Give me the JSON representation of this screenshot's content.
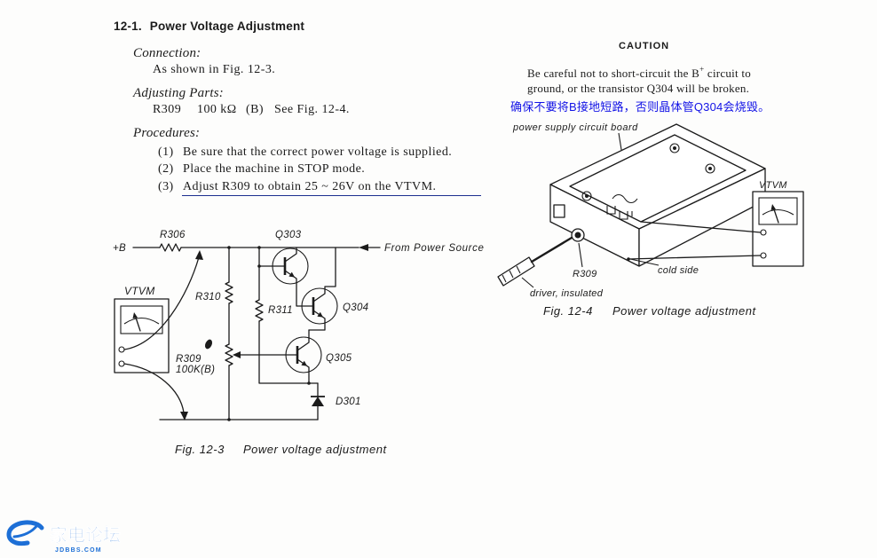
{
  "section": {
    "number": "12-1.",
    "title": "Power Voltage Adjustment"
  },
  "connection": {
    "heading": "Connection:",
    "text": "As shown in Fig. 12-3."
  },
  "adjusting_parts": {
    "heading": "Adjusting Parts:",
    "part": "R309",
    "value": "100 kΩ",
    "type": "(B)",
    "ref": "See Fig. 12-4."
  },
  "procedures": {
    "heading": "Procedures:",
    "steps": [
      {
        "num": "(1)",
        "text": "Be sure that the correct power voltage is supplied."
      },
      {
        "num": "(2)",
        "text": "Place the machine in STOP mode."
      },
      {
        "num": "(3)",
        "text": "Adjust R309 to obtain 25 ~ 26V on the VTVM."
      }
    ]
  },
  "caution": {
    "title": "CAUTION",
    "line1_pre": "Be careful not to short-circuit the B",
    "line1_sup": "+",
    "line1_post": " circuit to",
    "line2": "ground, or the transistor Q304 will be broken.",
    "note_zh": "确保不要将B接地短路，否则晶体管Q304会烧毁。"
  },
  "fig_12_3": {
    "labels": {
      "plus_b": "+B",
      "r306": "R306",
      "q303": "Q303",
      "source": "From Power Source",
      "vtvm": "VTVM",
      "r310": "R310",
      "r311": "R311",
      "q304": "Q304",
      "r309": "R309",
      "r309_value": "100K(B)",
      "q305": "Q305",
      "d301": "D301"
    },
    "caption_number": "Fig. 12-3",
    "caption_text": "Power voltage adjustment"
  },
  "fig_12_4": {
    "labels": {
      "board": "power supply circuit board",
      "vtvm": "VTVM",
      "r309": "R309",
      "cold_side": "cold side",
      "driver": "driver, insulated"
    },
    "caption_number": "Fig. 12-4",
    "caption_text": "Power voltage adjustment"
  },
  "logo": {
    "name": "家电论坛",
    "domain": "JDBBS.COM"
  },
  "colors": {
    "ink": "#1b1b1b",
    "annotation_blue": "#1212e6",
    "underline_blue": "#1c2f8f",
    "logo_blue": "#1d6fd6"
  }
}
